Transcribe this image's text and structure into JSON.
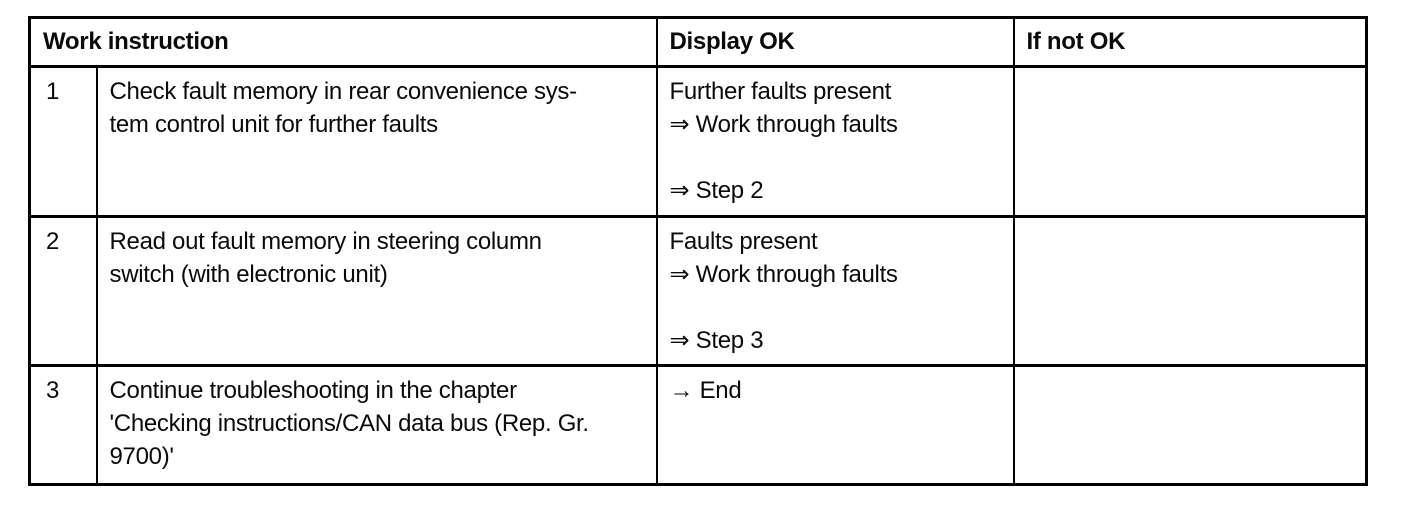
{
  "page": {
    "background": "#ffffff",
    "text_color": "#0a0a0a",
    "border_color": "#000000"
  },
  "table": {
    "headers": {
      "work_instruction": "Work instruction",
      "display_ok": "Display OK",
      "if_not_ok": "If not OK"
    },
    "rows": [
      {
        "num": "1",
        "instruction_lines": [
          "Check fault memory in rear convenience sys-",
          "tem control unit for further faults"
        ],
        "display_lines": [
          "Further faults present",
          "⇒ Work through faults",
          "",
          "⇒ Step 2"
        ],
        "if_not_ok": ""
      },
      {
        "num": "2",
        "instruction_lines": [
          "Read out fault memory in steering column",
          "switch (with electronic unit)"
        ],
        "display_lines": [
          "Faults present",
          "⇒ Work through faults",
          "",
          "⇒ Step 3"
        ],
        "if_not_ok": ""
      },
      {
        "num": "3",
        "instruction_lines": [
          "Continue troubleshooting in the chapter",
          "'Checking instructions/CAN data bus (Rep. Gr.",
          "9700)'"
        ],
        "display_lines": [
          "→ End"
        ],
        "if_not_ok": ""
      }
    ]
  }
}
